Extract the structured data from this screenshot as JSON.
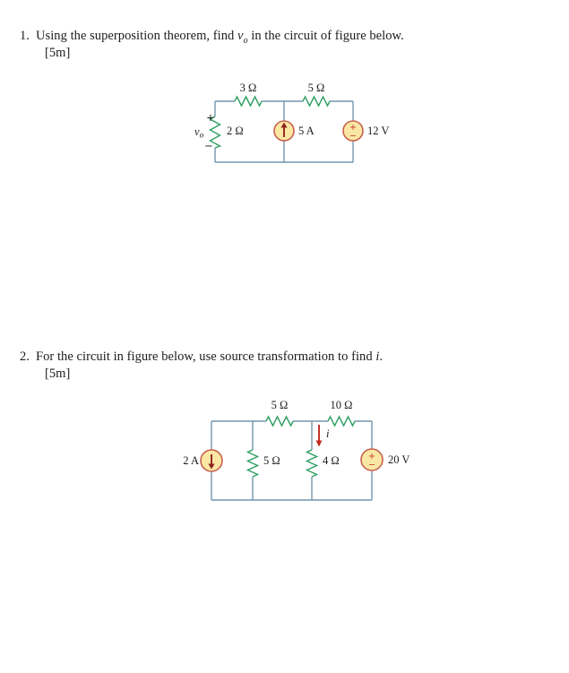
{
  "colors": {
    "wire": "#7496ad",
    "resistor": "#2f9f63",
    "source-border": "#c8614e",
    "source-fill": "#fbe7a4",
    "arrow": "#8e2320",
    "arrow-bright": "#c0281c",
    "sign": "#c0392b",
    "text": "#1c1c1c"
  },
  "questions": [
    {
      "number": "1.",
      "text_before": "Using the superposition theorem, find ",
      "variable": "v",
      "variable_sub": "o",
      "text_after": " in the circuit of figure below.",
      "marks": "[5m]"
    },
    {
      "number": "2.",
      "text_before": "For the circuit in figure below, use source transformation to find ",
      "variable": "i",
      "variable_sub": "",
      "text_after": ".",
      "marks": "[5m]"
    }
  ],
  "circuit1": {
    "top_left_resistor": "3 Ω",
    "top_right_resistor": "5 Ω",
    "left_resistor": "2 Ω",
    "current_source": "5 A",
    "voltage_source": "12 V",
    "vo_plus": "+",
    "vo_var": "v",
    "vo_sub": "o",
    "vo_minus": "−",
    "source_plus": "+",
    "source_minus": "−"
  },
  "circuit2": {
    "top_left_resistor": "5 Ω",
    "top_right_resistor": "10 Ω",
    "left_shunt_resistor": "5 Ω",
    "right_shunt_resistor": "4 Ω",
    "current_source": "2 A",
    "voltage_source": "20 V",
    "current_label": "i",
    "source_plus": "+",
    "source_minus": "−"
  }
}
